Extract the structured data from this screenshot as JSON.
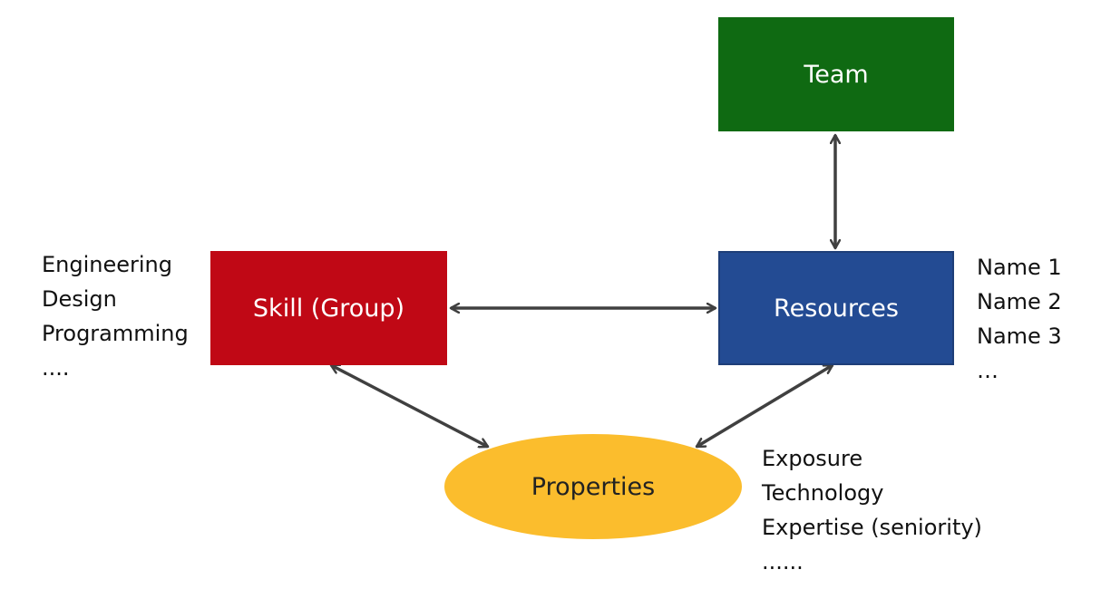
{
  "nodes": {
    "team": {
      "label": "Team",
      "color": "#0f6a12"
    },
    "skill": {
      "label": "Skill (Group)",
      "color": "#c00815"
    },
    "resources": {
      "label": "Resources",
      "color": "#234b93"
    },
    "properties": {
      "label": "Properties",
      "color": "#fbbd2d"
    }
  },
  "lists": {
    "skill_examples": [
      "Engineering",
      "Design",
      "Programming",
      "...."
    ],
    "resource_examples": [
      "Name 1",
      "Name 2",
      "Name 3",
      "…"
    ],
    "property_examples": [
      "Exposure",
      "Technology",
      "Expertise (seniority)",
      "......"
    ]
  },
  "edges": [
    {
      "from": "team",
      "to": "resources",
      "type": "bidirectional"
    },
    {
      "from": "skill",
      "to": "resources",
      "type": "bidirectional"
    },
    {
      "from": "skill",
      "to": "properties",
      "type": "bidirectional"
    },
    {
      "from": "resources",
      "to": "properties",
      "type": "bidirectional"
    }
  ],
  "colors": {
    "arrow": "#404040"
  }
}
